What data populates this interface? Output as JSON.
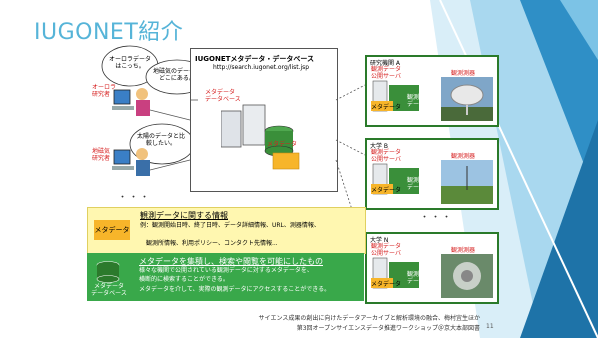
{
  "slide": {
    "title": "IUGONET紹介",
    "page_number": "11"
  },
  "researchers": {
    "aurora_label": "オーロラ\n研究者",
    "aurora_bubble": "オーロラデータはこっち。",
    "aurora_bubble2": "地磁気のデータはどこにある。",
    "geomag_label": "地磁気\n研究者",
    "geomag_bubble": "太陽のデータと比較したい。",
    "dots": "・・・"
  },
  "portal": {
    "title": "IUGONETメタデータ・データベース",
    "url": "http://search.iugonet.org/list.jsp",
    "db_label": "メタデータ\nデータベース",
    "meta_label": "メタデータ"
  },
  "institutions": [
    {
      "name": "研究機関 A",
      "server": "観測データ\n公開サーバ",
      "obs": "観測測器",
      "meta": "メタデータ",
      "data": "観測\nデータ"
    },
    {
      "name": "大学 B",
      "server": "観測データ\n公開サーバ",
      "obs": "観測測器",
      "meta": "メタデータ",
      "data": "観測\nデータ"
    },
    {
      "name": "大学 N",
      "server": "観測データ\n公開サーバ",
      "obs": "観測測器",
      "meta": "メタデータ",
      "data": "観測\nデータ"
    }
  ],
  "inst_dots": "・・・",
  "meta_box": {
    "tag": "メタデータ",
    "heading": "観測データに関する情報",
    "line1": "例：観測開始日時、終了日時、データ詳細情報、URL、測器情報、",
    "line2": "観測所情報、利用ポリシー、コンタクト先情報..."
  },
  "collect_box": {
    "tag": "メタデータ\nデータベース",
    "heading": "メタデータを集積し、検索や閲覧を可能にしたもの",
    "line1": "様々な機関で公開されている観測データに対するメタデータを、",
    "line2": "横断的に検索することができる。",
    "line3": "メタデータを介して、実際の観測データにアクセスすることができる。"
  },
  "footer": {
    "line1": "サイエンス成果の創出に向けたデータアーカイブと解析環境の融合、梅村宜生ほか",
    "line2": "第3回オープンサイエンスデータ推進ワークショップ＠京大本部図書"
  },
  "colors": {
    "title": "#56b4d8",
    "deco_blue": "#2f8fc6",
    "light_blue": "#a9d8ef",
    "green": "#39a84a",
    "meta_orange": "#f7b52a",
    "db_green": "#3a8f3a"
  }
}
